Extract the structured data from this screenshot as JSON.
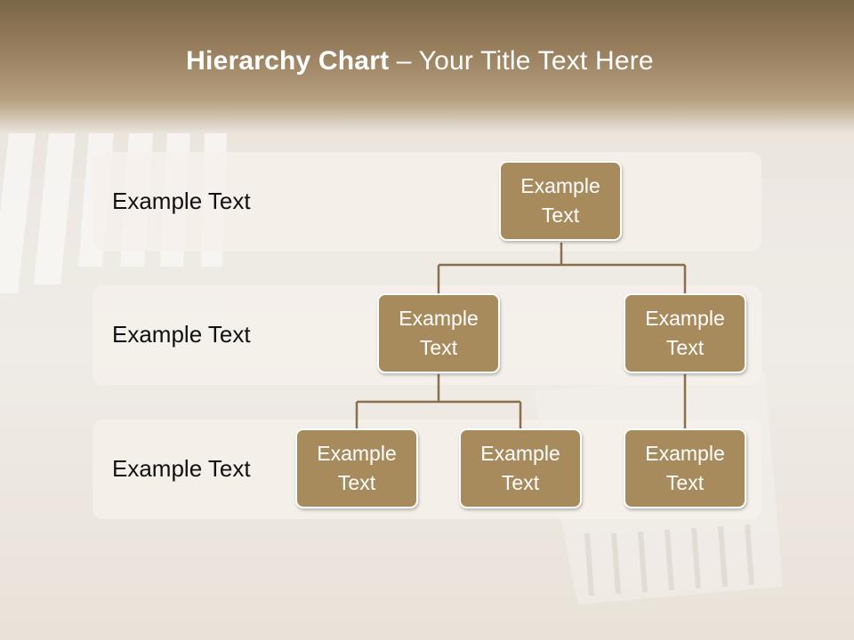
{
  "slide": {
    "title_bold": "Hierarchy Chart",
    "title_rest": " – Your Title Text Here"
  },
  "levels": [
    {
      "label": "Example Text"
    },
    {
      "label": "Example Text"
    },
    {
      "label": "Example Text"
    }
  ],
  "nodes": {
    "root": {
      "line1": "Example",
      "line2": "Text"
    },
    "l2_left": {
      "line1": "Example",
      "line2": "Text"
    },
    "l2_right": {
      "line1": "Example",
      "line2": "Text"
    },
    "l3_a": {
      "line1": "Example",
      "line2": "Text"
    },
    "l3_b": {
      "line1": "Example",
      "line2": "Text"
    },
    "l3_c": {
      "line1": "Example",
      "line2": "Text"
    }
  },
  "colors": {
    "node_fill": "#a88b5d",
    "connector": "#8a6f4a",
    "header": "#7a6648"
  }
}
